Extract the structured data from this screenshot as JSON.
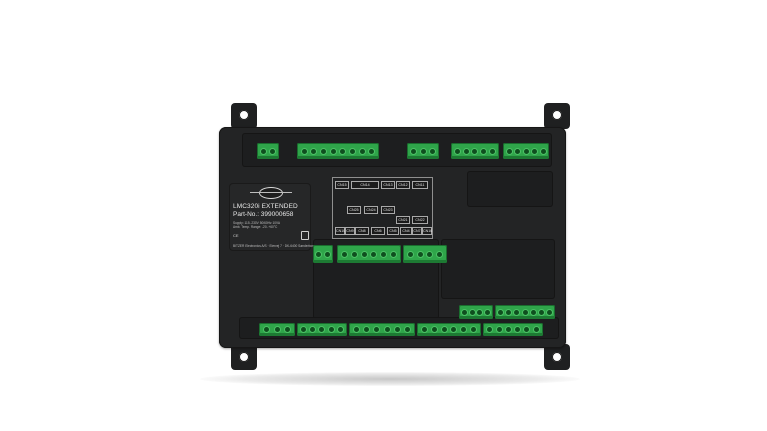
{
  "product": {
    "model": "LMC320i EXTENDED",
    "part_no": "Part-No.: 399000658",
    "spec_supply": "Supply: 115..230V 50/60Hz 10VA",
    "spec_temp": "Amb. Temp. Range: -20..+60°C",
    "ce_mark": "CE",
    "manufacturer": "BITZER Electronics A/S · Eiervej 7 · DK-6400 Sønderborg"
  },
  "connectors": {
    "top_row": [
      "CN15",
      "CN14",
      "CN13",
      "CN12",
      "CN11"
    ],
    "middle_row": [
      "CN25",
      "CN24",
      "CN23"
    ],
    "right_row": [
      "CN21",
      "CN22"
    ],
    "bottom_row": [
      "CN10",
      "CN9",
      "CN8",
      "CN6",
      "CN5",
      "CN4",
      "CN7",
      "CN16"
    ]
  },
  "colors": {
    "housing": "#232425",
    "terminal_green": "#2fa54a",
    "label_text": "#e8e8e8"
  }
}
